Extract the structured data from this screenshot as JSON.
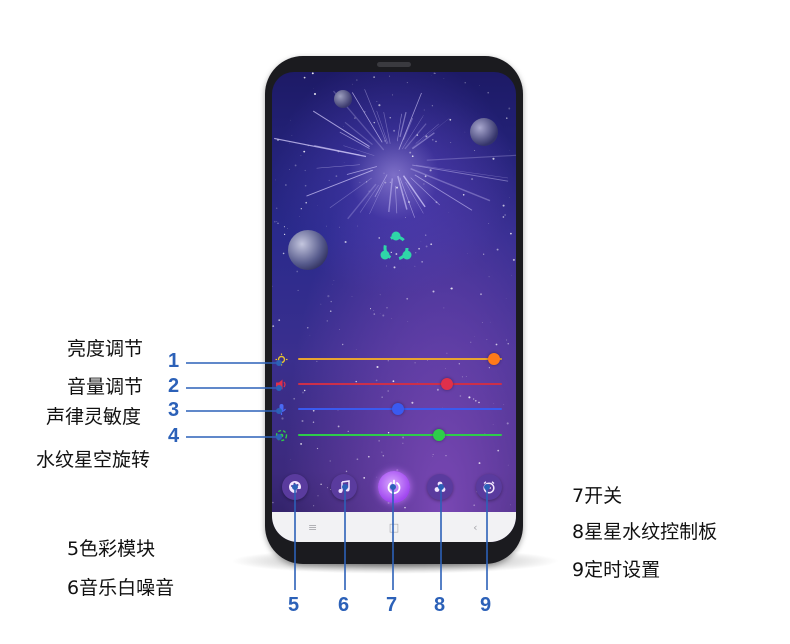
{
  "left_labels": [
    {
      "text": "亮度调节",
      "num": "1"
    },
    {
      "text": "音量调节",
      "num": "2"
    },
    {
      "text": "声律灵敏度",
      "num": "3"
    },
    {
      "text": "水纹星空旋转",
      "num": "4"
    }
  ],
  "bottom_left_legend": [
    "5色彩模块",
    "6音乐白噪音"
  ],
  "right_legend": [
    "7开关",
    "8星星水纹控制板",
    "9定时设置"
  ],
  "bottom_numbers": [
    "5",
    "6",
    "7",
    "8",
    "9"
  ],
  "sliders": [
    {
      "name": "brightness",
      "icon": "brightness-icon",
      "color": "#e8a430",
      "thumb": "#ff7a1a",
      "level": 0.96
    },
    {
      "name": "volume",
      "icon": "volume-icon",
      "color": "#cc2f4a",
      "thumb": "#e0304b",
      "level": 0.73
    },
    {
      "name": "sensitivity",
      "icon": "microphone-icon",
      "color": "#3a5af0",
      "thumb": "#3a5af0",
      "level": 0.49
    },
    {
      "name": "ripple-rotation",
      "icon": "rotate-icon",
      "color": "#2ecc4a",
      "thumb": "#2ecc4a",
      "level": 0.69
    }
  ],
  "buttons": [
    {
      "name": "color-mode",
      "icon": "palette-icon"
    },
    {
      "name": "music-white-noise",
      "icon": "music-note-icon"
    },
    {
      "name": "power",
      "icon": "power-icon"
    },
    {
      "name": "star-ripple-control",
      "icon": "fan-icon"
    },
    {
      "name": "timer",
      "icon": "alarm-clock-icon"
    }
  ],
  "nav": {
    "menu": "≡",
    "home": "□",
    "back": "‹"
  },
  "colors": {
    "callout_number": "#2c61b8",
    "leader_line": "#2c61b8",
    "accent": "#a046f0"
  }
}
